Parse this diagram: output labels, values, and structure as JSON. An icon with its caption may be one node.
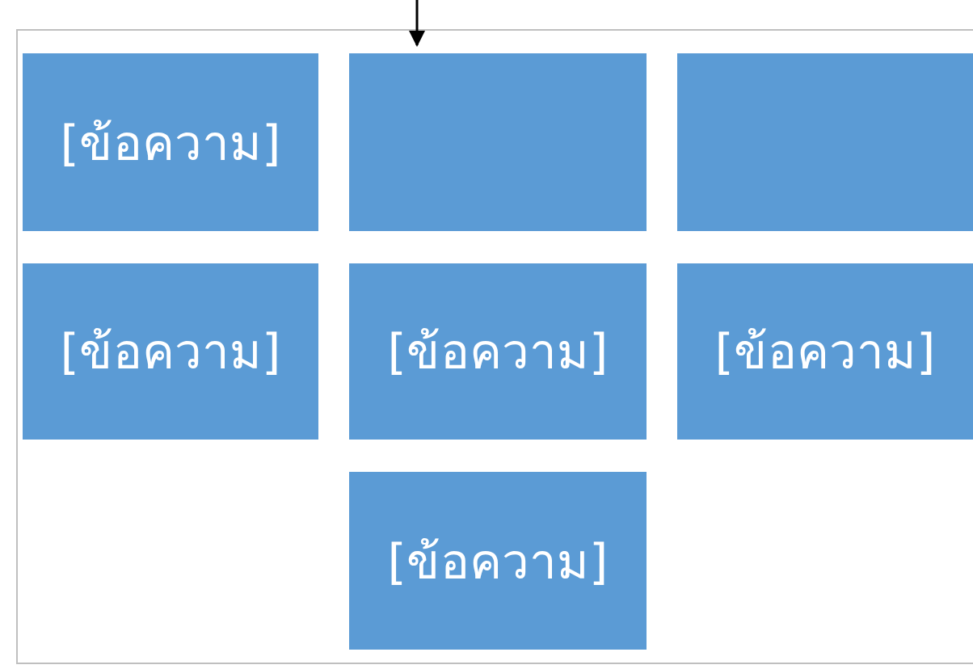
{
  "diagram": {
    "nodes": [
      {
        "text": [
          "[ข้อความ]"
        ]
      },
      {
        "text": [],
        "shape": "box"
      },
      {
        "text": [],
        "shape": "box"
      },
      {
        "text": [
          "[ข้อความ]"
        ]
      },
      {
        "text": [
          "[ข้อความ]"
        ]
      },
      {
        "text": [
          "[ข้อความ]"
        ]
      },
      {
        "text": [
          "[ข้อความ]"
        ]
      }
    ],
    "edges": [
      {
        "from": null,
        "to": 1,
        "arrow": "to"
      }
    ]
  }
}
